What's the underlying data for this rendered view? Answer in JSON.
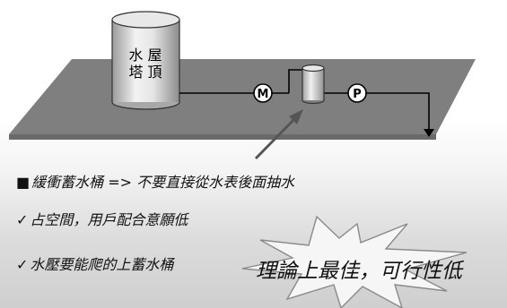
{
  "tank": {
    "label_line1": "水 屋",
    "label_line2": "塔 頂"
  },
  "nodes": {
    "meter": "M",
    "pump": "P"
  },
  "bullets": [
    {
      "marker": "■",
      "text": "緩衝蓄水桶 => 不要直接從水表後面抽水"
    },
    {
      "marker": "✓",
      "text": "占空間，用戶配合意願低"
    },
    {
      "marker": "✓",
      "text": "水壓要能爬的上蓄水桶"
    }
  ],
  "callout": {
    "text": "理論上最佳，可行性低"
  }
}
